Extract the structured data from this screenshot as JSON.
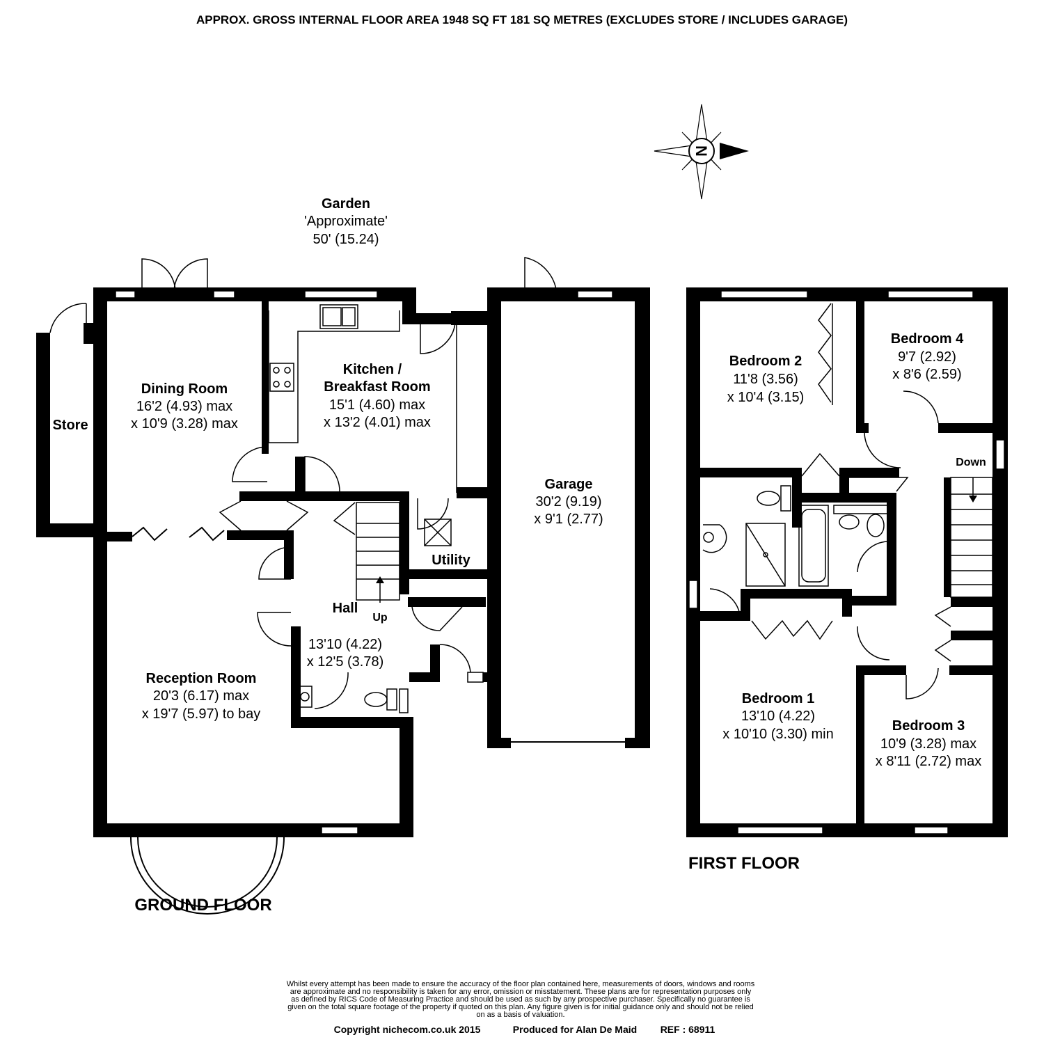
{
  "header": {
    "area_text": "APPROX. GROSS INTERNAL FLOOR AREA 1948 SQ FT 181 SQ METRES (EXCLUDES STORE / INCLUDES GARAGE)"
  },
  "compass": {
    "letter": "N"
  },
  "garden": {
    "name": "Garden",
    "note": "'Approximate'",
    "dim": "50' (15.24)"
  },
  "ground_floor": {
    "title": "GROUND FLOOR",
    "store": "Store",
    "dining": {
      "name": "Dining Room",
      "dim1": "16'2 (4.93) max",
      "dim2": "x 10'9 (3.28) max"
    },
    "kitchen": {
      "name1": "Kitchen /",
      "name2": "Breakfast Room",
      "dim1": "15'1 (4.60) max",
      "dim2": "x 13'2 (4.01) max"
    },
    "garage": {
      "name": "Garage",
      "dim1": "30'2 (9.19)",
      "dim2": "x 9'1 (2.77)"
    },
    "utility": "Utility",
    "hall": {
      "name": "Hall",
      "dim1": "13'10 (4.22)",
      "dim2": "x 12'5 (3.78)"
    },
    "up": "Up",
    "reception": {
      "name": "Reception Room",
      "dim1": "20'3 (6.17) max",
      "dim2": "x 19'7 (5.97) to bay"
    }
  },
  "first_floor": {
    "title": "FIRST FLOOR",
    "bedroom2": {
      "name": "Bedroom 2",
      "dim1": "11'8 (3.56)",
      "dim2": "x 10'4 (3.15)"
    },
    "bedroom4": {
      "name": "Bedroom 4",
      "dim1": "9'7 (2.92)",
      "dim2": "x 8'6 (2.59)"
    },
    "down": "Down",
    "bedroom1": {
      "name": "Bedroom 1",
      "dim1": "13'10 (4.22)",
      "dim2": "x 10'10 (3.30) min"
    },
    "bedroom3": {
      "name": "Bedroom 3",
      "dim1": "10'9 (3.28) max",
      "dim2": "x 8'11 (2.72) max"
    }
  },
  "footer": {
    "disclaimer": [
      "Whilst every attempt has been made to ensure the accuracy of the floor plan contained here, measurements of doors, windows and rooms",
      "are approximate and no responsibility is taken for any error, omission or misstatement. These plans are for representation purposes only",
      "as defined by RICS Code of Measuring Practice and should be used as such by any prospective purchaser.  Specifically no guarantee is",
      "given on the total square footage of the property if quoted on this plan. Any figure given is for initial guidance only and should not be relied",
      "on as a basis of valuation."
    ],
    "copyright": "Copyright nichecom.co.uk 2015",
    "produced": "Produced for Alan De Maid",
    "ref": "REF :  68911"
  }
}
